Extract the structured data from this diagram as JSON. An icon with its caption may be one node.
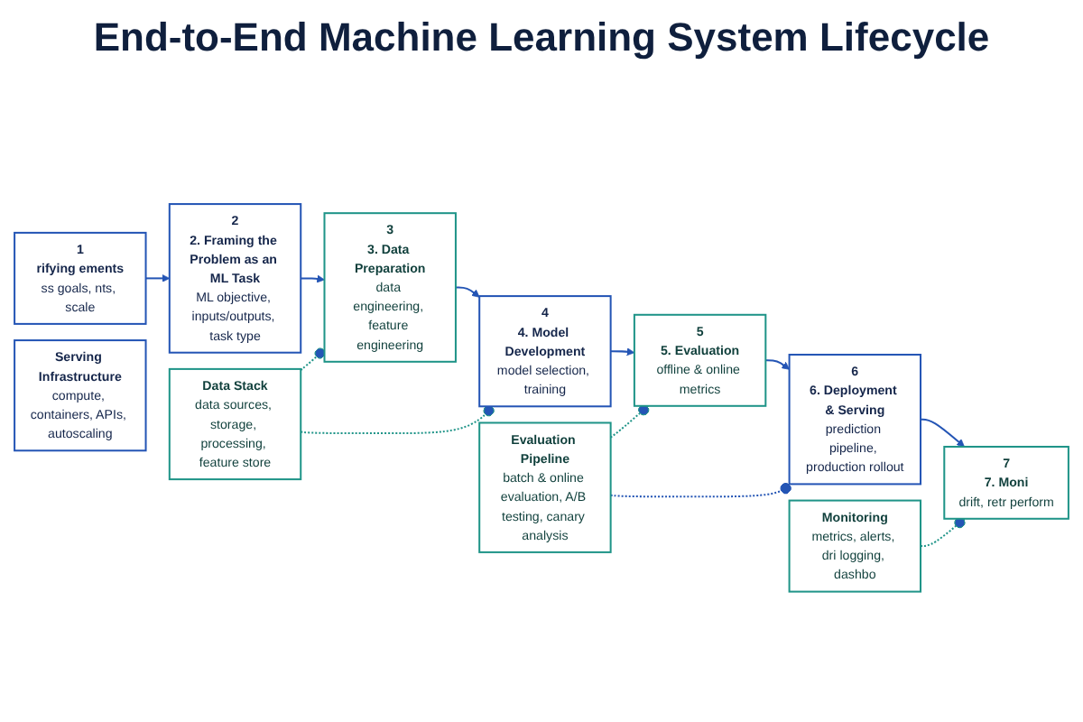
{
  "diagram": {
    "title": "End-to-End Machine Learning System Lifecycle",
    "nodes": [
      {
        "text": [
          "1",
          "rifying ements",
          "ss goals, nts, scale"
        ]
      },
      {
        "text": [
          "2",
          "2. Framing the Problem as an ML Task",
          "ML objective, inputs/outputs, task type"
        ]
      },
      {
        "text": [
          "3",
          "3. Data Preparation",
          "data engineering, feature engineering"
        ]
      },
      {
        "text": [
          "4",
          "4. Model Development",
          "model selection, training"
        ]
      },
      {
        "text": [
          "5",
          "5. Evaluation",
          "offline & online metrics"
        ]
      },
      {
        "text": [
          "6",
          "6. Deployment & Serving",
          "prediction pipeline, production rollout"
        ]
      },
      {
        "text": [
          "7",
          "7. Moni",
          "drift, retr perform"
        ]
      },
      {
        "text": [
          "Data Stack",
          "data sources, storage, processing, feature store"
        ]
      },
      {
        "text": [
          "Serving Infrastructure",
          "compute, containers, APIs, autoscaling"
        ]
      },
      {
        "text": [
          "Evaluation Pipeline",
          "batch & online evaluation, A/B testing, canary analysis"
        ]
      },
      {
        "text": [
          "Monitoring",
          "metrics, alerts, dri logging, dashbo"
        ]
      }
    ],
    "edges": [
      {
        "from": 0,
        "to": 1,
        "arrow": "to"
      },
      {
        "from": 1,
        "to": 2,
        "arrow": "to"
      },
      {
        "from": 2,
        "to": 3,
        "arrow": "to"
      },
      {
        "from": 3,
        "to": 4,
        "arrow": "to"
      },
      {
        "from": 4,
        "to": 5,
        "arrow": "to"
      },
      {
        "from": 5,
        "to": 6,
        "arrow": "to"
      },
      {
        "from": 7,
        "to": 2,
        "arrow": "other",
        "style": "dashed",
        "color": "#1f9488"
      },
      {
        "from": 7,
        "to": 3,
        "arrow": "other",
        "style": "dashed",
        "color": "#1f9488"
      },
      {
        "from": 9,
        "to": 4,
        "arrow": "other",
        "style": "dashed",
        "color": "#1f9488"
      },
      {
        "from": 9,
        "to": 5,
        "arrow": "other",
        "style": "dashed"
      },
      {
        "from": 10,
        "to": 6,
        "arrow": "other",
        "style": "dashed",
        "color": "#1f9488"
      }
    ]
  }
}
